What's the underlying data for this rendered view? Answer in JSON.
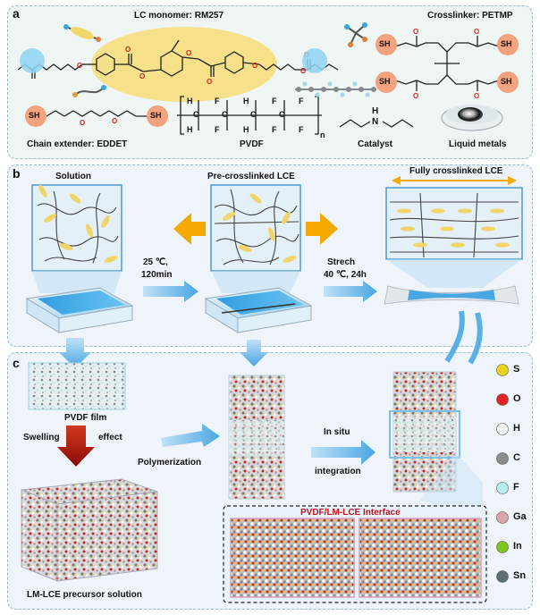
{
  "panel_a": {
    "letter": "a",
    "lc_monomer_label": "LC monomer: RM257",
    "crosslinker_label": "Crosslinker: PETMP",
    "chain_extender_label": "Chain extender: EDDET",
    "pvdf_label": "PVDF",
    "catalyst_label": "Catalyst",
    "liquid_metals_label": "Liquid metals",
    "thiol_group": "SH",
    "nitrogen": "N",
    "hydrogen": "H",
    "fluorine": "F",
    "carbon": "C",
    "subscript_n": "n"
  },
  "panel_b": {
    "letter": "b",
    "solution_label": "Solution",
    "pre_crosslinked_label": "Pre-crosslinked LCE",
    "fully_crosslinked_label": "Fully crosslinked LCE",
    "step1_line1": "25 ℃,",
    "step1_line2": "120min",
    "step2_line1": "Strech",
    "step2_line2": "40 ℃, 24h"
  },
  "panel_c": {
    "letter": "c",
    "pvdf_film_label": "PVDF film",
    "swelling_label": "Swelling",
    "effect_label": "effect",
    "polymerization_label": "Polymerization",
    "in_situ_label": "In situ",
    "integration_label": "integration",
    "precursor_label": "LM-LCE precursor solution",
    "interface_title": "PVDF/LM-LCE Interface"
  },
  "legend": [
    {
      "symbol": "S",
      "color": "#e8d21e"
    },
    {
      "symbol": "O",
      "color": "#e02424"
    },
    {
      "symbol": "H",
      "color": "#f2f2f2"
    },
    {
      "symbol": "C",
      "color": "#8c8c8c"
    },
    {
      "symbol": "F",
      "color": "#b8ecf2"
    },
    {
      "symbol": "Ga",
      "color": "#d9a6a6"
    },
    {
      "symbol": "In",
      "color": "#7cc61e"
    },
    {
      "symbol": "Sn",
      "color": "#5e6e70"
    }
  ],
  "colors": {
    "panel_a_bg": "#eef5f3",
    "panel_border": "#8fb7d6",
    "monomer_ellipse": "#f6e08a",
    "thiol_circle": "#f2a27e",
    "orange_arrow": "#f5a800",
    "red_arrow": "#b0140c",
    "interface_title": "#c0141e",
    "blue_arrow": "#5ab0e6"
  }
}
